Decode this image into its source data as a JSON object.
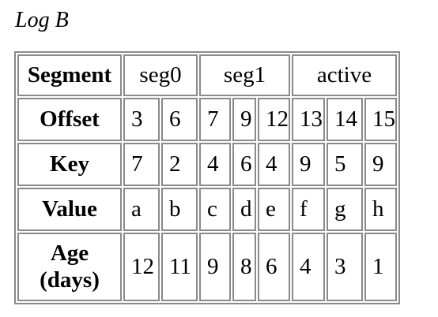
{
  "title": "Log B",
  "headers": {
    "segment": "Segment",
    "offset": "Offset",
    "key": "Key",
    "value": "Value",
    "age": "Age\n(days)"
  },
  "segments": [
    {
      "name": "seg0",
      "entries": [
        {
          "offset": "3",
          "key": "7",
          "value": "a",
          "age": "12"
        },
        {
          "offset": "6",
          "key": "2",
          "value": "b",
          "age": "11"
        }
      ]
    },
    {
      "name": "seg1",
      "entries": [
        {
          "offset": "7",
          "key": "4",
          "value": "c",
          "age": "9"
        },
        {
          "offset": "9",
          "key": "6",
          "value": "d",
          "age": "8"
        },
        {
          "offset": "12",
          "key": "4",
          "value": "e",
          "age": "6"
        }
      ]
    },
    {
      "name": "active",
      "entries": [
        {
          "offset": "13",
          "key": "9",
          "value": "f",
          "age": "4"
        },
        {
          "offset": "14",
          "key": "5",
          "value": "g",
          "age": "3"
        },
        {
          "offset": "15",
          "key": "9",
          "value": "h",
          "age": "1"
        }
      ]
    }
  ]
}
